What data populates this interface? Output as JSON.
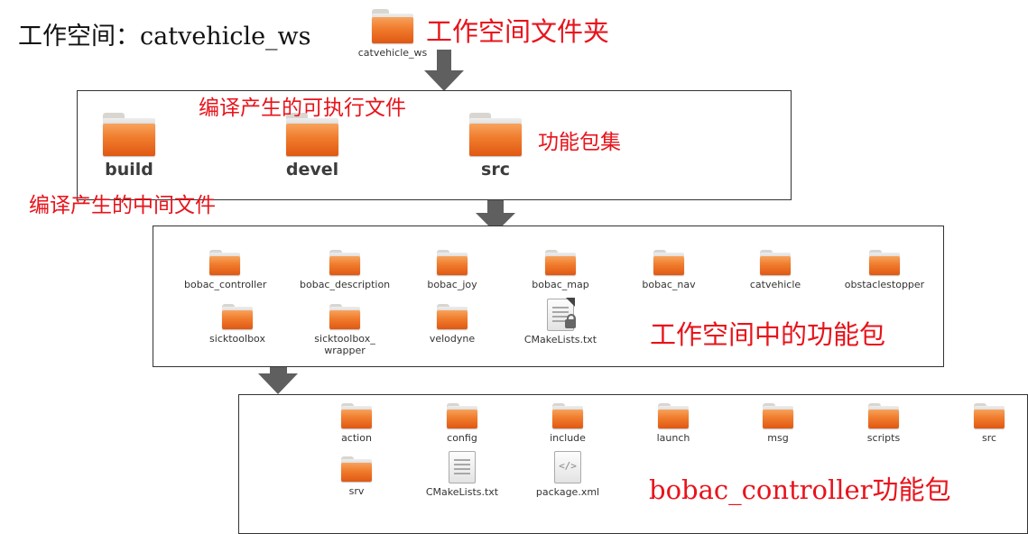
{
  "title": "工作空间：catvehicle_ws",
  "top": {
    "folder_label": "catvehicle_ws",
    "note": "工作空间文件夹"
  },
  "ws_box": {
    "note_exec": "编译产生的可执行文件",
    "note_middle": "编译产生的中间文件",
    "note_src": "功能包集",
    "folders": [
      "build",
      "devel",
      "src"
    ]
  },
  "src_box": {
    "note": "工作空间中的功能包",
    "row1": [
      "bobac_controller",
      "bobac_description",
      "bobac_joy",
      "bobac_map",
      "bobac_nav",
      "catvehicle",
      "obstaclestopper"
    ],
    "row2": [
      "sicktoolbox",
      "sicktoolbox_\nwrapper",
      "velodyne"
    ],
    "file": "CMakeLists.txt"
  },
  "pkg_box": {
    "note": "bobac_controller功能包",
    "row1": [
      "action",
      "config",
      "include",
      "launch",
      "msg",
      "scripts",
      "src"
    ],
    "row2_folder": "srv",
    "file1": "CMakeLists.txt",
    "file2": "package.xml"
  },
  "colors": {
    "accent_red": "#e8131b",
    "folder_orange": "#f07b2c",
    "arrow_gray": "#606060"
  }
}
